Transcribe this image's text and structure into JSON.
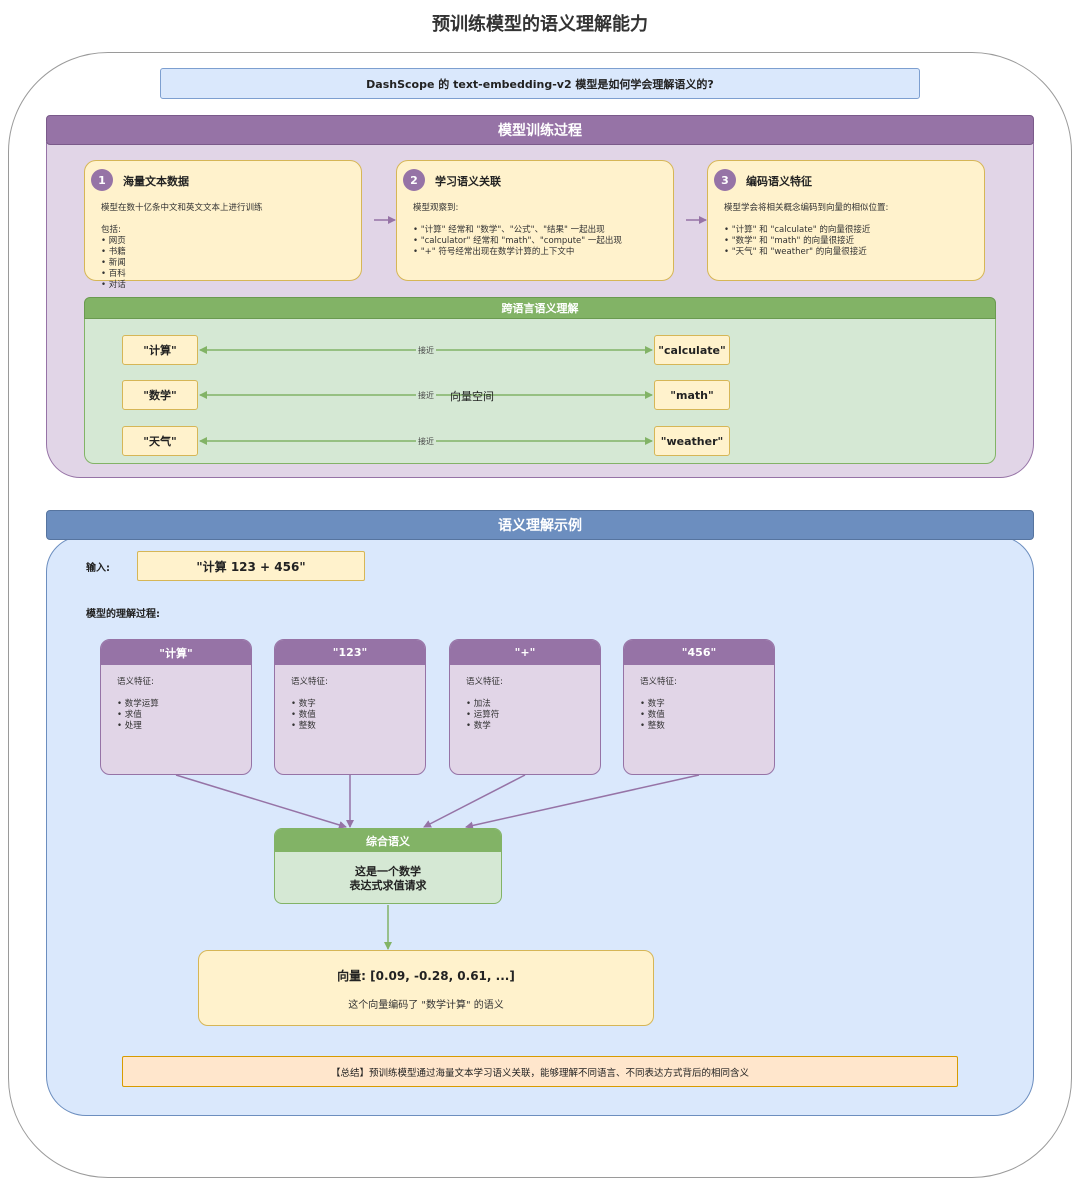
{
  "page": {
    "title": "预训练模型的语义理解能力",
    "question": "DashScope 的 text-embedding-v2 模型是如何学会理解语义的?"
  },
  "training": {
    "title": "模型训练过程",
    "steps": [
      {
        "num": "1",
        "title": "海量文本数据",
        "lines": [
          "模型在数十亿条中文和英文文本上进行训练"
        ],
        "subtitle": "包括:",
        "bullets": [
          "• 网页",
          "• 书籍",
          "• 新闻",
          "• 百科",
          "• 对话"
        ]
      },
      {
        "num": "2",
        "title": "学习语义关联",
        "lines": [
          "模型观察到:"
        ],
        "subtitle": "",
        "bullets": [
          "• \"计算\" 经常和 \"数学\"、\"公式\"、\"结果\" 一起出现",
          "• \"calculator\" 经常和 \"math\"、\"compute\" 一起出现",
          "• \"+\" 符号经常出现在数学计算的上下文中"
        ]
      },
      {
        "num": "3",
        "title": "编码语义特征",
        "lines": [
          "模型学会将相关概念编码到向量的相似位置:"
        ],
        "subtitle": "",
        "bullets": [
          "• \"计算\" 和 \"calculate\" 的向量很接近",
          "• \"数学\" 和 \"math\" 的向量很接近",
          "• \"天气\" 和 \"weather\" 的向量很接近"
        ]
      }
    ],
    "cross_lingual": {
      "title": "跨语言语义理解",
      "space_label": "向量空间",
      "pairs": [
        {
          "zh": "\"计算\"",
          "en": "\"calculate\"",
          "relation": "接近"
        },
        {
          "zh": "\"数学\"",
          "en": "\"math\"",
          "relation": "接近"
        },
        {
          "zh": "\"天气\"",
          "en": "\"weather\"",
          "relation": "接近"
        }
      ]
    }
  },
  "example": {
    "title": "语义理解示例",
    "input_label": "输入:",
    "input_value": "\"计算 123 + 456\"",
    "process_label": "模型的理解过程:",
    "tokens": [
      {
        "label": "\"计算\"",
        "feature_title": "语义特征:",
        "features": [
          "• 数学运算",
          "• 求值",
          "• 处理"
        ]
      },
      {
        "label": "\"123\"",
        "feature_title": "语义特征:",
        "features": [
          "• 数字",
          "• 数值",
          "• 整数"
        ]
      },
      {
        "label": "\"+\"",
        "feature_title": "语义特征:",
        "features": [
          "• 加法",
          "• 运算符",
          "• 数学"
        ]
      },
      {
        "label": "\"456\"",
        "feature_title": "语义特征:",
        "features": [
          "• 数字",
          "• 数值",
          "• 整数"
        ]
      }
    ],
    "combined": {
      "title": "综合语义",
      "line1": "这是一个数学",
      "line2": "表达式求值请求"
    },
    "vector": {
      "title": "向量: [0.09, -0.28, 0.61, ...]",
      "desc": "这个向量编码了 \"数学计算\" 的语义"
    },
    "summary": "【总结】预训练模型通过海量文本学习语义关联，能够理解不同语言、不同表达方式背后的相同含义"
  },
  "colors": {
    "purple": "#9673a6",
    "purple_light": "#e1d5e7",
    "blue": "#6c8ebf",
    "blue_light": "#dae8fc",
    "green": "#82b366",
    "green_light": "#d5e8d4",
    "yellow_light": "#fff2cc",
    "orange_light": "#ffe6cc"
  }
}
